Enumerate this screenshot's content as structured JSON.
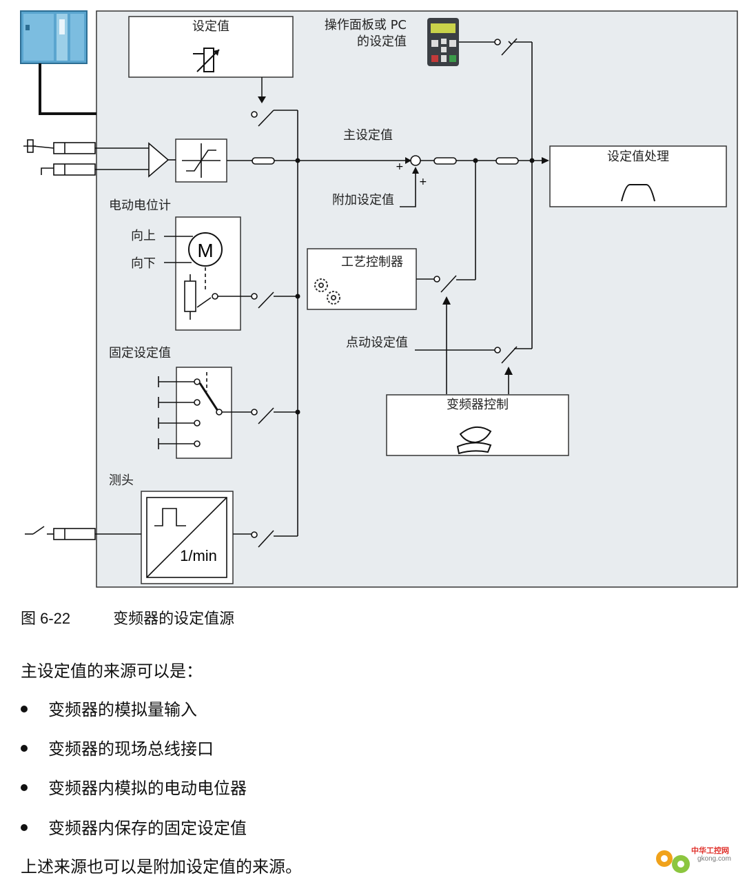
{
  "diagram": {
    "setpoint_box": "设定值",
    "panel_label_1": "操作面板或 PC",
    "panel_label_2": "的设定值",
    "main_setpoint": "主设定值",
    "additional_setpoint": "附加设定值",
    "setpoint_processing": "设定值处理",
    "motor_pot": "电动电位计",
    "up": "向上",
    "down": "向下",
    "motor_symbol": "M",
    "tech_controller": "工艺控制器",
    "fixed_setpoint": "固定设定值",
    "jog_setpoint": "点动设定值",
    "inverter_control": "变频器控制",
    "probe": "测头",
    "rpm_unit": "1/min",
    "plus_sign": "+"
  },
  "caption": {
    "number": "图 6-22",
    "title": "变频器的设定值源"
  },
  "intro": "主设定值的来源可以是：",
  "bullets": [
    "变频器的模拟量输入",
    "变频器的现场总线接口",
    "变频器内模拟的电动电位器",
    "变频器内保存的固定设定值"
  ],
  "outro": "上述来源也可以是附加设定值的来源。",
  "watermark": {
    "name": "中华工控网",
    "url": "gkong.com"
  }
}
